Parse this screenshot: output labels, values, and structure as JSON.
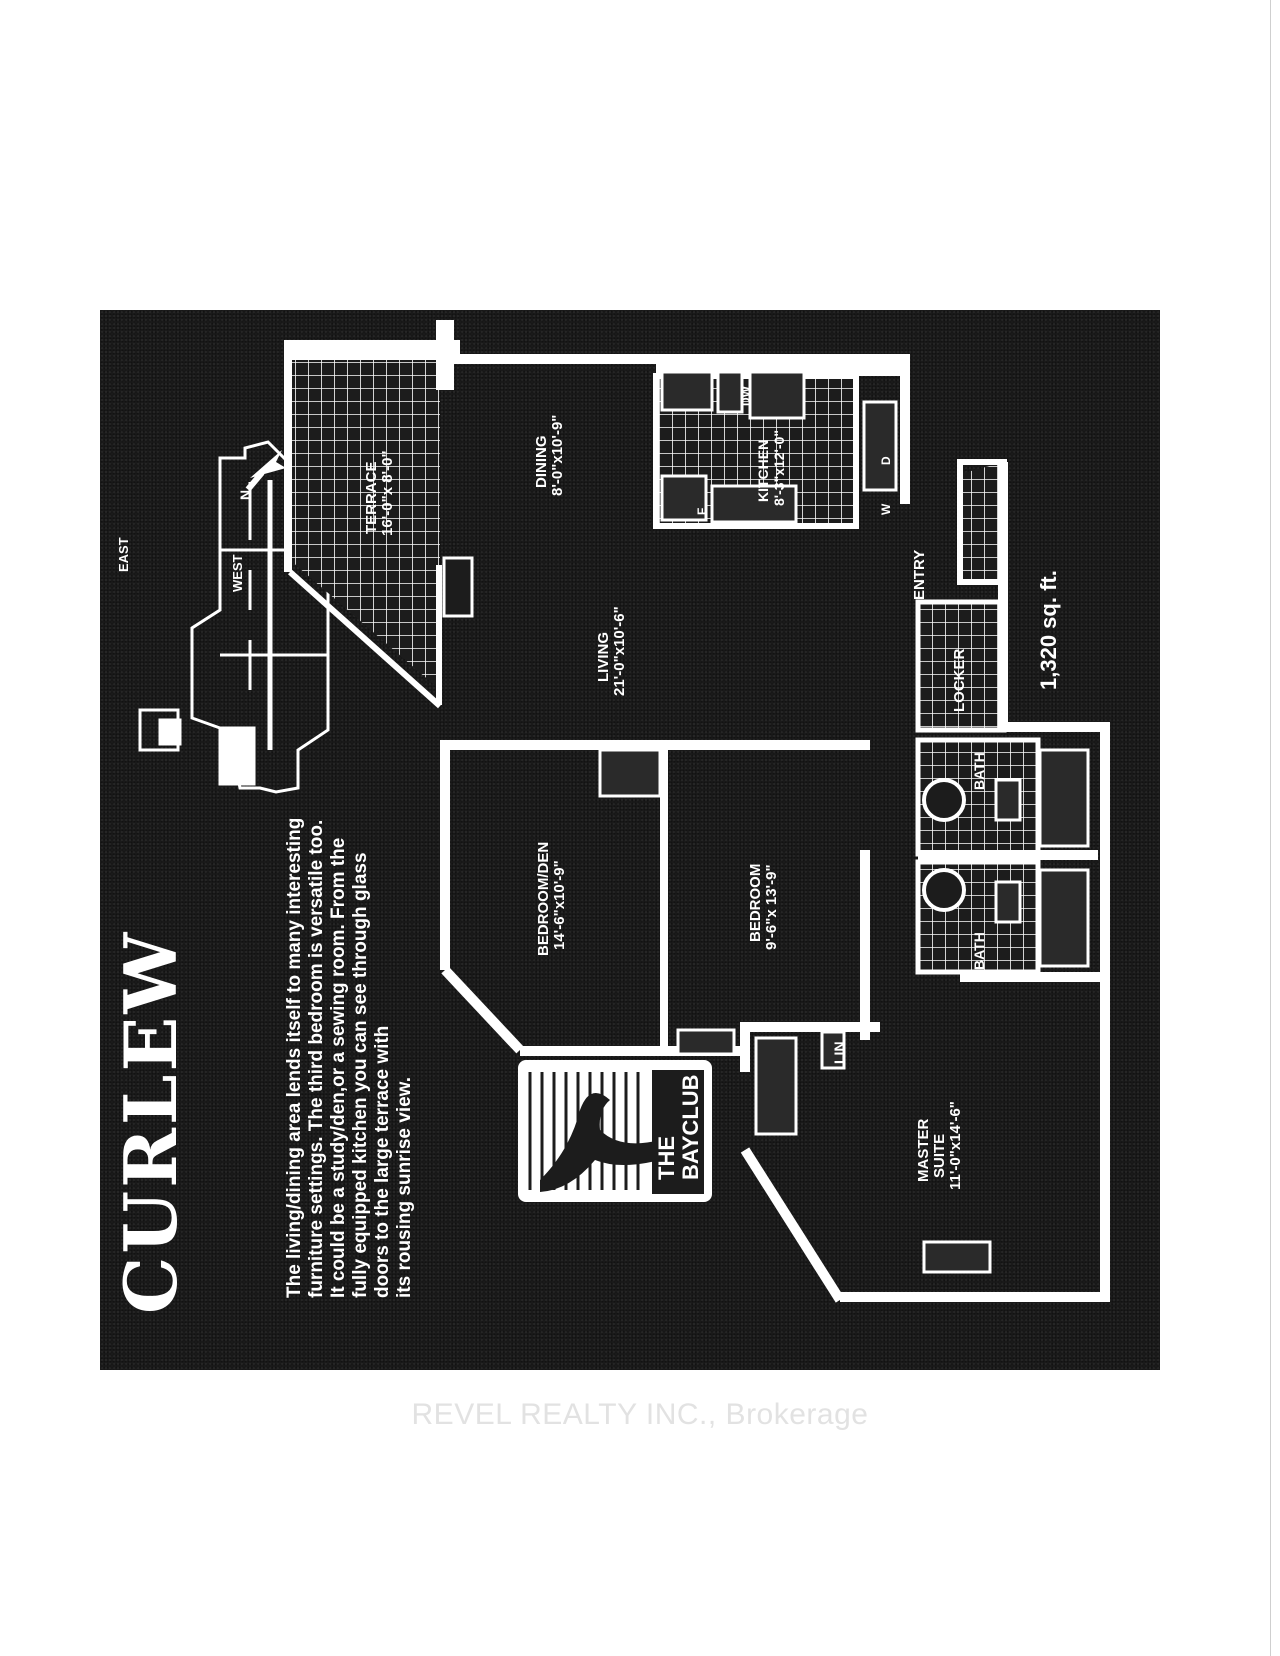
{
  "brochure": {
    "title": "CURLEW",
    "description_lines": [
      "The living/dining area lends itself to many interesting",
      "furniture settings. The third bedroom is versatile too.",
      "It could be a study/den,or a sewing room. From the",
      "fully equipped kitchen you can see through glass",
      "doors to the large terrace with",
      "its rousing sunrise view."
    ],
    "logo_lines": [
      "THE",
      "BAYCLUB"
    ],
    "area": "1,320 sq. ft.",
    "compass": {
      "north": "N",
      "east": "EAST",
      "west": "WEST"
    }
  },
  "rooms": {
    "terrace": {
      "name": "TERRACE",
      "size": "16'-0\"x 8'-0\""
    },
    "dining": {
      "name": "DINING",
      "size": "8'-0\"x10'-9\""
    },
    "kitchen": {
      "name": "KITCHEN",
      "size": "8'-3\"x12'-0\""
    },
    "living": {
      "name": "LIVING",
      "size": "21'-0\"x10'-6\""
    },
    "entry": {
      "name": "ENTRY"
    },
    "locker": {
      "name": "LOCKER"
    },
    "bath1": {
      "name": "BATH"
    },
    "bath2": {
      "name": "BATH"
    },
    "bedroom_den": {
      "name": "BEDROOM/DEN",
      "size": "14'-6\"x10'-9\""
    },
    "bedroom": {
      "name": "BEDROOM",
      "size": "9'-6\"x 13'-9\""
    },
    "master": {
      "name": "MASTER",
      "name2": "SUITE",
      "size": "11'-0\"x14'-6\""
    },
    "lin": {
      "name": "LIN"
    }
  },
  "appliances": {
    "dishwasher": "DW",
    "fridge": "F",
    "washer": "W",
    "dryer": "D"
  },
  "watermark": "REVEL REALTY INC., Brokerage",
  "colors": {
    "panel": "#1c1c1c",
    "lines": "#ffffff",
    "watermark": "#e2e2e2"
  }
}
